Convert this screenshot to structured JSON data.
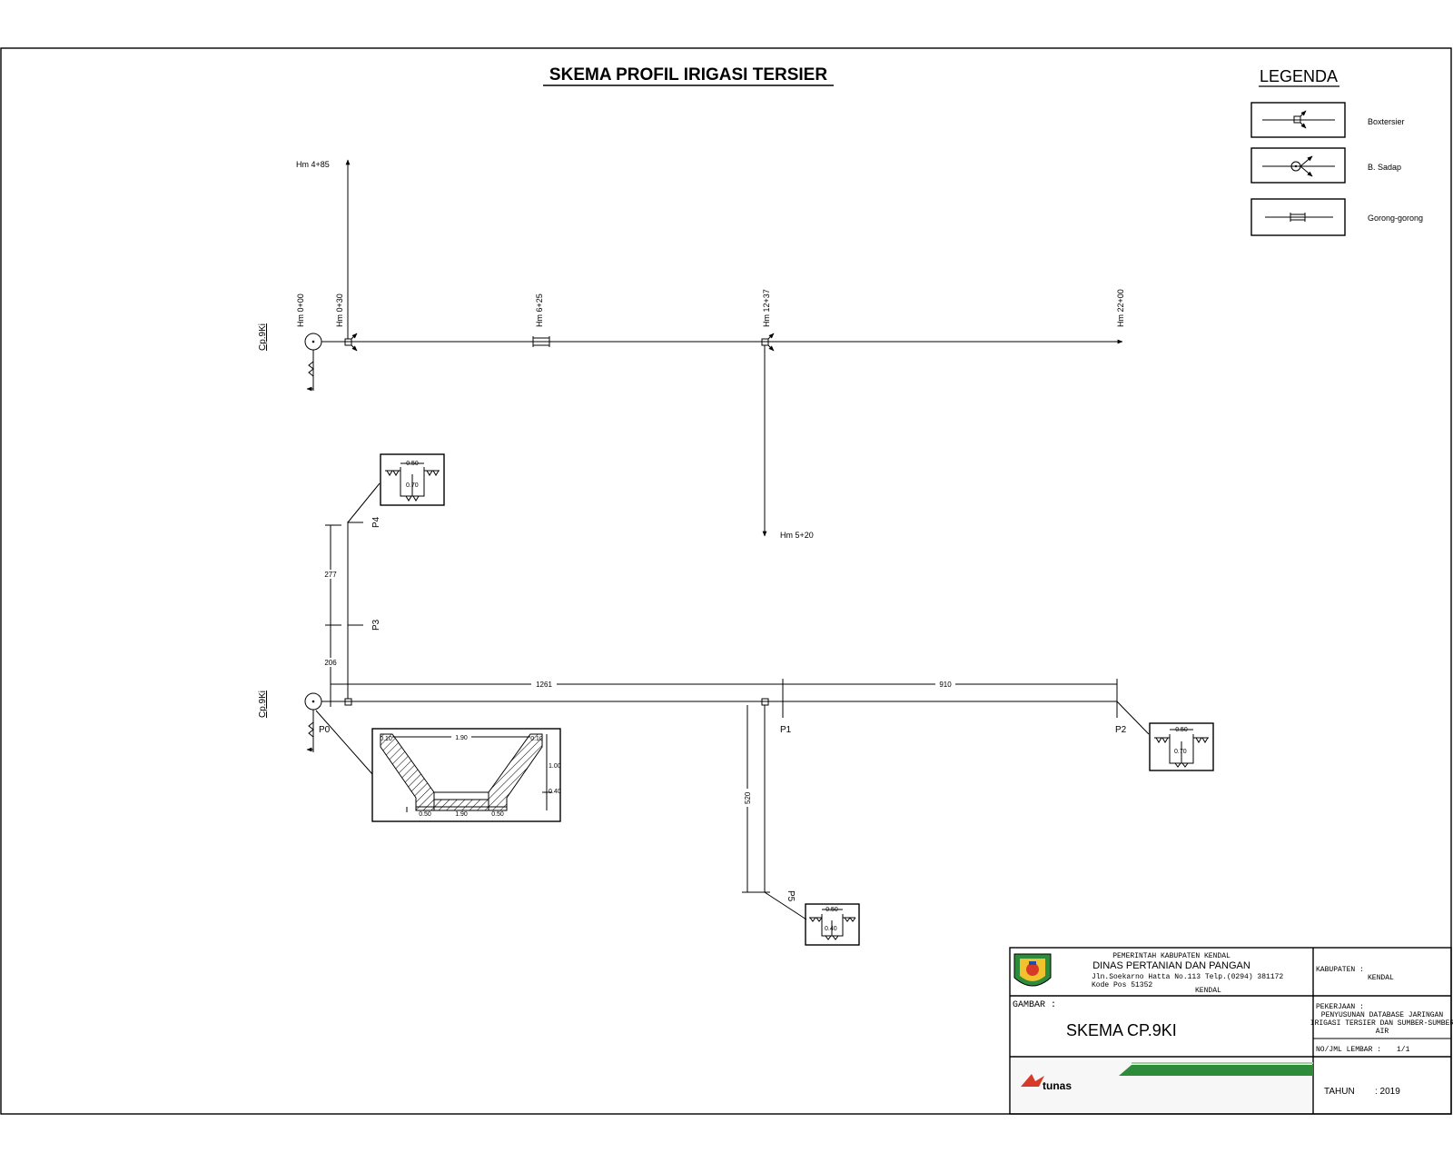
{
  "title": "SKEMA PROFIL IRIGASI TERSIER",
  "legend": {
    "title": "LEGENDA",
    "items": [
      {
        "label": "Boxtersier",
        "symbol": "box-tersier-icon"
      },
      {
        "label": "B. Sadap",
        "symbol": "bangunan-sadap-icon"
      },
      {
        "label": "Gorong-gorong",
        "symbol": "culvert-icon"
      }
    ]
  },
  "upper_scheme": {
    "source_label": "Cp.9Ki",
    "stations": {
      "hm_0_00": "Hm 0+00",
      "hm_0_30": "Hm 0+30",
      "hm_4_85": "Hm 4+85",
      "hm_6_25": "Hm 6+25",
      "hm_12_37": "Hm 12+37",
      "hm_22_00": "Hm 22+00",
      "hm_5_20": "Hm 5+20"
    }
  },
  "lower_scheme": {
    "source_label": "Cp.9Ki",
    "points": {
      "p0": "P0",
      "p1": "P1",
      "p2": "P2",
      "p3": "P3",
      "p4": "P4",
      "p5": "P5"
    },
    "dimensions": {
      "d277": "277",
      "d206": "206",
      "d1261": "1261",
      "d910": "910",
      "d520": "520"
    },
    "section_main": {
      "top_left": "0.10",
      "top_width": "1.90",
      "top_right": "0.10",
      "height": "1.00",
      "bottom_thick": "0.40",
      "bottom_left": "0.50",
      "bottom_width": "1.90",
      "bottom_right": "0.50"
    },
    "section_small": {
      "width": "0.50",
      "depth": "0.70"
    },
    "section_p5": {
      "width": "0.50",
      "depth": "0.40"
    }
  },
  "title_block": {
    "org_line1": "PEMERINTAH KABUPATEN KENDAL",
    "org_line2": "DINAS PERTANIAN DAN PANGAN",
    "address": "Jln.Soekarno Hatta No.113 Telp.(0294) 381172",
    "postal": "Kode Pos  51352",
    "city": "KENDAL",
    "gambar_label": "GAMBAR :",
    "gambar_value": "SKEMA  CP.9KI",
    "kabupaten_label": "KABUPATEN :",
    "kabupaten_value": "KENDAL",
    "pekerjaan_label": "PEKERJAAN :",
    "pekerjaan_value1": "PENYUSUNAN DATABASE JARINGAN",
    "pekerjaan_value2": "IRIGASI TERSIER DAN SUMBER-SUMBER",
    "pekerjaan_value3": "AIR",
    "lembar_label": "NO/JML LEMBAR :",
    "lembar_value": "1/1",
    "tahun_label": "TAHUN",
    "tahun_value": ":  2019",
    "logo_text": "tunas"
  }
}
